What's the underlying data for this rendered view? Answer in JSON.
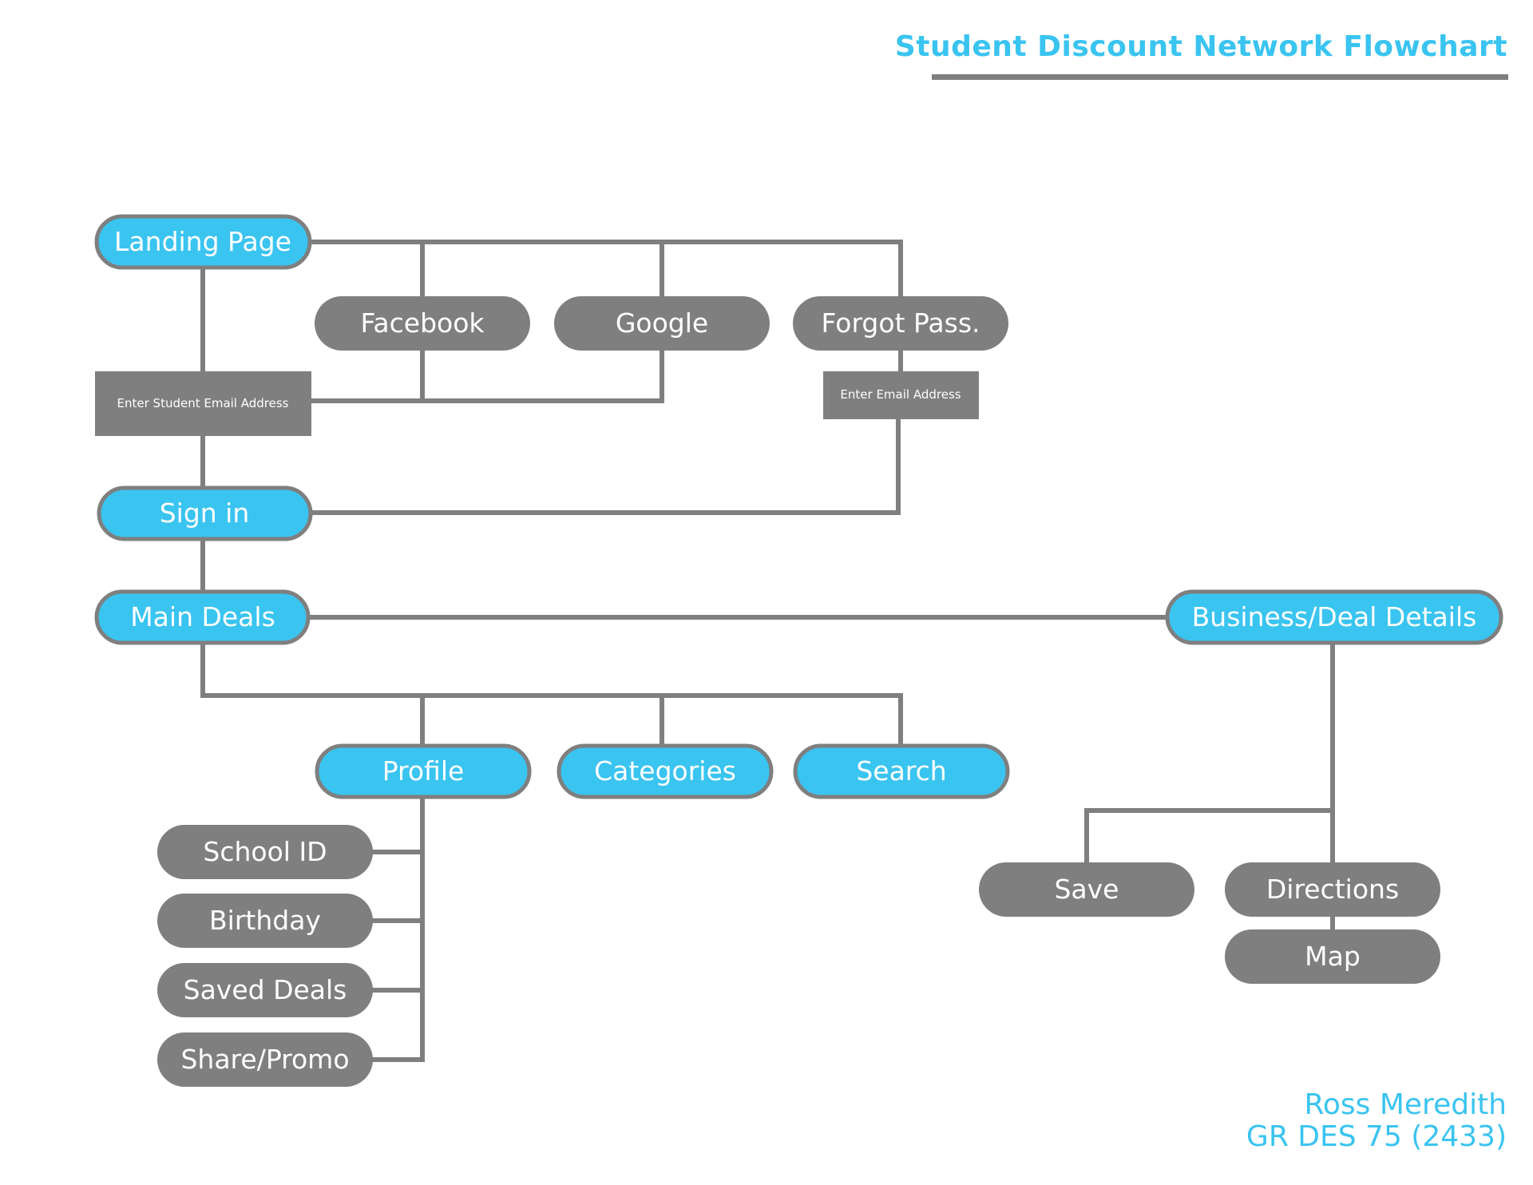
{
  "title": "Student Discount Network Flowchart",
  "author": {
    "name": "Ross Meredith",
    "course": "GR DES 75 (2433)"
  },
  "colors": {
    "primary_node": "#3ac4f0",
    "secondary_node": "#7f7f7f",
    "connector": "#7f7f7f",
    "node_text": "#ffffff",
    "accent_text": "#3ac4f0"
  },
  "nodes": {
    "landing_page": "Landing Page",
    "facebook": "Facebook",
    "google": "Google",
    "forgot_pass": "Forgot Pass.",
    "enter_student_email": "Enter Student Email Address",
    "enter_email": "Enter Email Address",
    "sign_in": "Sign in",
    "main_deals": "Main Deals",
    "business_deal_details": "Business/Deal Details",
    "profile": "Profile",
    "categories": "Categories",
    "search": "Search",
    "school_id": "School ID",
    "birthday": "Birthday",
    "saved_deals": "Saved Deals",
    "share_promo": "Share/Promo",
    "save": "Save",
    "directions": "Directions",
    "map": "Map"
  }
}
